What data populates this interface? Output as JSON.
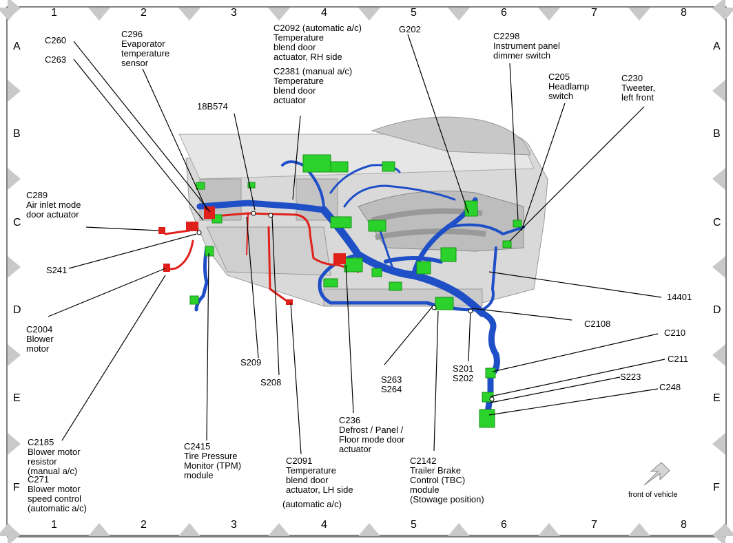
{
  "grid": {
    "columns": [
      "1",
      "2",
      "3",
      "4",
      "5",
      "6",
      "7",
      "8"
    ],
    "rows": [
      "A",
      "B",
      "C",
      "D",
      "E",
      "F"
    ]
  },
  "colors": {
    "wire_blue": "#1f4fc7",
    "wire_red": "#e0201b",
    "connector_green": "#2bd22b",
    "panel_gray": "#cfcfcf",
    "marker_gray": "#c9c9c9"
  },
  "labels": {
    "c260": "C260",
    "c263": "C263",
    "c296": "C296\nEvaporator\ntemperature\nsensor",
    "c2092": "C2092 (automatic a/c)\nTemperature\nblend door\nactuator, RH side",
    "c2381": "C2381 (manual a/c)\nTemperature\nblend door\nactuator",
    "g202": "G202",
    "c2298": "C2298\nInstrument panel\ndimmer switch",
    "c205": "C205\nHeadlamp\nswitch",
    "c230": "C230\nTweeter,\nleft front",
    "b18574": "18B574",
    "c289": "C289\nAir inlet mode\ndoor actuator",
    "s241": "S241",
    "c2004": "C2004\nBlower\nmotor",
    "s209": "S209",
    "s208": "S208",
    "s263": "S263\nS264",
    "c2108": "C2108",
    "w14401": "14401",
    "s201": "S201\nS202",
    "c210": "C210",
    "c211": "C211",
    "s223": "S223",
    "c248": "C248",
    "c236": "C236\nDefrost / Panel /\nFloor mode door\nactuator",
    "c2185": "C2185\nBlower motor\nresistor\n(manual a/c)",
    "c271": "C271\nBlower motor\nspeed control\n(automatic a/c)",
    "c2415": "C2415\nTire Pressure\nMonitor (TPM)\nmodule",
    "c2091": "C2091\nTemperature\nblend door\nactuator, LH side",
    "c2091b": "(automatic a/c)",
    "c2142": "C2142\nTrailer Brake\nControl (TBC)\nmodule\n(Stowage position)",
    "front_of_vehicle": "front of vehicle"
  }
}
